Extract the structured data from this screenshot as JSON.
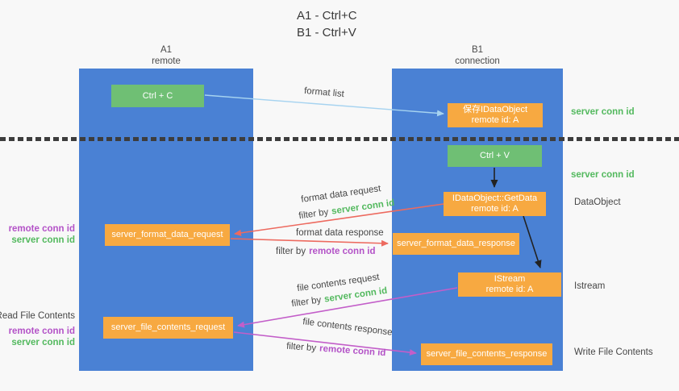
{
  "title": {
    "line1": "A1 - Ctrl+C",
    "line2": "B1 - Ctrl+V"
  },
  "lanes": {
    "a1": {
      "name": "A1",
      "subtitle": "remote"
    },
    "b1": {
      "name": "B1",
      "subtitle": "connection"
    }
  },
  "nodes": {
    "ctrl_c": {
      "label": "Ctrl + C"
    },
    "ctrl_v": {
      "label": "Ctrl + V"
    },
    "save_idataobject": {
      "line1": "保存IDataObject",
      "line2": "remote id: A"
    },
    "idataobject_getdata": {
      "line1": "IDataObject::GetData",
      "line2": "remote id: A"
    },
    "istream": {
      "line1": "IStream",
      "line2": "remote id: A"
    },
    "server_format_data_request": {
      "label": "server_format_data_request"
    },
    "server_format_data_response": {
      "label": "server_format_data_response"
    },
    "server_file_contents_request": {
      "label": "server_file_contents_request"
    },
    "server_file_contents_response": {
      "label": "server_file_contents_response"
    }
  },
  "arrow_labels": {
    "format_list": "format list",
    "format_data_request": "format data request",
    "format_data_response": "format data response",
    "file_contents_request": "file contents request",
    "file_contents_response": "file contents response",
    "filter_by": "filter by"
  },
  "ids": {
    "server_conn_id": "server conn id",
    "remote_conn_id": "remote conn id"
  },
  "side_labels": {
    "dataobject": "DataObject",
    "istream": "Istream",
    "read_file_contents": "Read File Contents",
    "write_file_contents": "Write File Contents"
  },
  "colors": {
    "lane_blue": "#4a81d4",
    "node_green": "#6fbf74",
    "node_orange": "#f7a941",
    "arrow_blue": "#a6d3f0",
    "arrow_red": "#ed6a5f",
    "arrow_magenta": "#c35ec9",
    "arrow_black": "#222222",
    "server_conn_id_green": "#53b95e",
    "remote_conn_id_purple": "#b352c7"
  }
}
